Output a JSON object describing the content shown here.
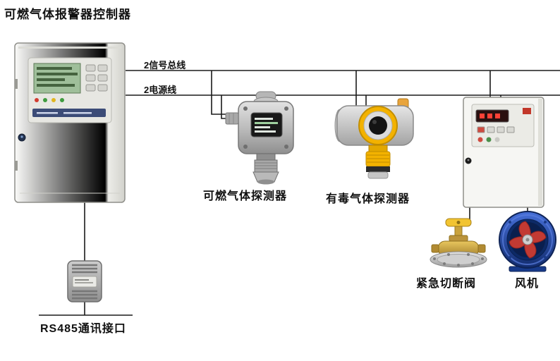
{
  "title": "可燃气体报警器控制器",
  "wiring": {
    "signal_bus_label": "2信号总线",
    "power_line_label": "2电源线"
  },
  "labels": {
    "combustible_detector": "可燃气体探测器",
    "toxic_detector": "有毒气体探测器",
    "shutoff_valve": "紧急切断阀",
    "fan": "风机",
    "rs485_port": "RS485通讯接口"
  },
  "icons": {
    "controller_cabinet": "gas-alarm-control-cabinet",
    "combustible_detector": "combustible-gas-detector",
    "toxic_detector": "toxic-gas-detector",
    "fan_control_box": "fan-control-box",
    "shutoff_valve": "emergency-shutoff-valve",
    "fan": "duct-fan",
    "rs485_module": "rs485-converter-module"
  },
  "colors": {
    "wire": "#1a1a1a",
    "detector_yellow": "#f3b200",
    "fan_blue": "#1d3f9e",
    "valve_brass": "#c9a23c",
    "lcd_green": "#9fbf9a",
    "display_red": "#ff4136"
  }
}
